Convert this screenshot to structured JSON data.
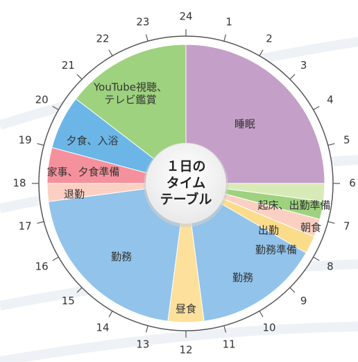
{
  "chart_data": {
    "type": "pie",
    "title": "１日の\nタイム\nテーブル",
    "hour_ticks": [
      "24",
      "1",
      "2",
      "3",
      "4",
      "5",
      "6",
      "7",
      "8",
      "9",
      "10",
      "11",
      "12",
      "13",
      "14",
      "15",
      "16",
      "17",
      "18",
      "19",
      "20",
      "21",
      "22",
      "23"
    ],
    "segments": [
      {
        "label": "睡眠",
        "start": 0,
        "end": 6,
        "color": "#c49fc8"
      },
      {
        "label": "起床、出勤準備",
        "start": 6,
        "end": 6.5,
        "color": "#d8eab8"
      },
      {
        "label": "朝食",
        "start": 6.5,
        "end": 7,
        "color": "#9ed27e"
      },
      {
        "label": "出勤",
        "start": 7,
        "end": 7.5,
        "color": "#fbd0c2"
      },
      {
        "label": "勤務準備",
        "start": 7.5,
        "end": 8,
        "color": "#fbdc8a"
      },
      {
        "label": "勤務",
        "start": 8,
        "end": 11.5,
        "color": "#92c3ea"
      },
      {
        "label": "昼食",
        "start": 11.5,
        "end": 12.5,
        "color": "#fde09c"
      },
      {
        "label": "勤務",
        "start": 12.5,
        "end": 17.5,
        "color": "#92c3ea"
      },
      {
        "label": "退勤",
        "start": 17.5,
        "end": 18,
        "color": "#fbd0c2"
      },
      {
        "label": "家事、夕食準備",
        "start": 18,
        "end": 19,
        "color": "#f5919c"
      },
      {
        "label": "夕食、入浴",
        "start": 19,
        "end": 20.5,
        "color": "#6bb6e6"
      },
      {
        "label": "YouTube視聴、テレビ鑑賞",
        "start": 20.5,
        "end": 24,
        "color": "#9ed27e"
      }
    ]
  }
}
